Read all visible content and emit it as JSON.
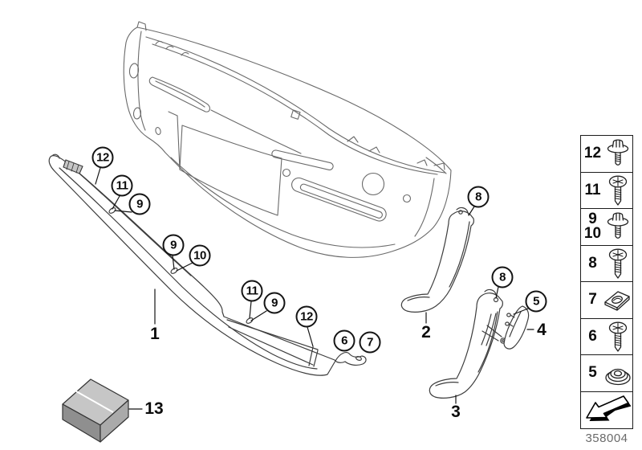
{
  "drawing_number": "358004",
  "callouts": [
    "12",
    "11",
    "9",
    "9",
    "10",
    "11",
    "9",
    "12",
    "6",
    "7",
    "8",
    "8",
    "5"
  ],
  "part_labels": [
    "1",
    "2",
    "3",
    "4",
    "13"
  ],
  "legend": {
    "rows": [
      {
        "labels": [
          "12"
        ],
        "icon": "hex-flange-screw"
      },
      {
        "labels": [
          "11"
        ],
        "icon": "phillips-tapping-screw"
      },
      {
        "labels": [
          "9",
          "10"
        ],
        "icon": "hex-flange-screw"
      },
      {
        "labels": [
          "8"
        ],
        "icon": "phillips-tapping-screw"
      },
      {
        "labels": [
          "7"
        ],
        "icon": "speed-nut-clip"
      },
      {
        "labels": [
          "6"
        ],
        "icon": "phillips-tapping-screw"
      },
      {
        "labels": [
          "5"
        ],
        "icon": "plastic-nut"
      },
      {
        "labels": [],
        "icon": "direction-arrow"
      }
    ]
  },
  "colors": {
    "bumper_line": "#6a6a6a",
    "part_line": "#3d3d3d",
    "callout_line": "#141414",
    "box_top": "#c6c6c6",
    "box_front": "#8f8f8f",
    "box_side": "#aaaaaa"
  }
}
